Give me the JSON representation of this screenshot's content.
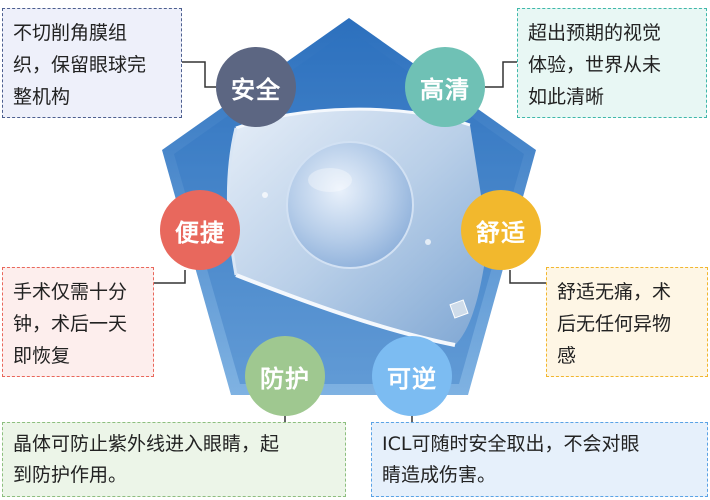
{
  "features": {
    "safe": {
      "label": "安全",
      "desc": "不切削角膜组\n织，保留眼球完\n整机构"
    },
    "hd": {
      "label": "高清",
      "desc": "超出预期的视觉\n体验，世界从未\n如此清晰"
    },
    "easy": {
      "label": "便捷",
      "desc": "手术仅需十分\n钟，术后一天\n即恢复"
    },
    "comfort": {
      "label": "舒适",
      "desc": "舒适无痛，术\n后无任何异物\n感"
    },
    "protect": {
      "label": "防护",
      "desc": "晶体可防止紫外线进入眼睛，起\n到防护作用。"
    },
    "reversible": {
      "label": "可逆",
      "desc": "ICL可随时安全取出，不会对眼\n睛造成伤害。"
    }
  },
  "colors": {
    "safe": "#5c6682",
    "hd": "#6fc1b5",
    "easy": "#e8685d",
    "comfort": "#f2b82d",
    "protect": "#9fc890",
    "reversible": "#7cbcf2",
    "pentagon": "#2f74c0"
  }
}
